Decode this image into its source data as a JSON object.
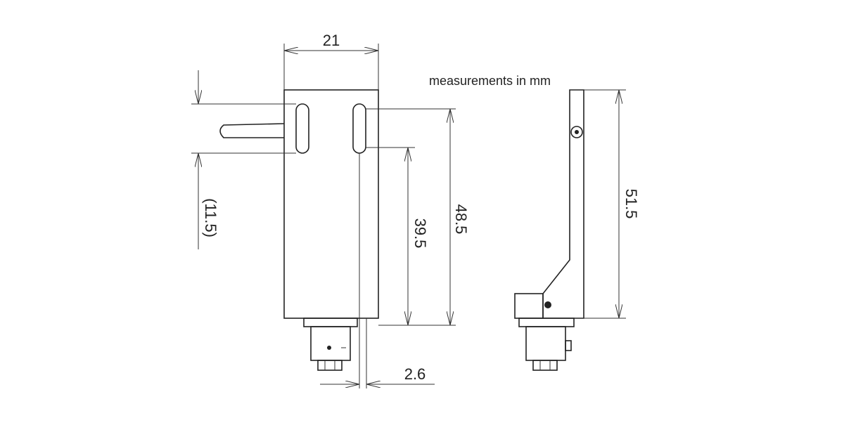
{
  "note": "measurements in mm",
  "dimensions": {
    "width": "21",
    "offset_left": "(11.5)",
    "slot_to_bottom": "39.5",
    "overall_length": "48.5",
    "side_height": "51.5",
    "stylus_offset": "2.6"
  },
  "colors": {
    "line": "#222222",
    "background": "#ffffff"
  }
}
